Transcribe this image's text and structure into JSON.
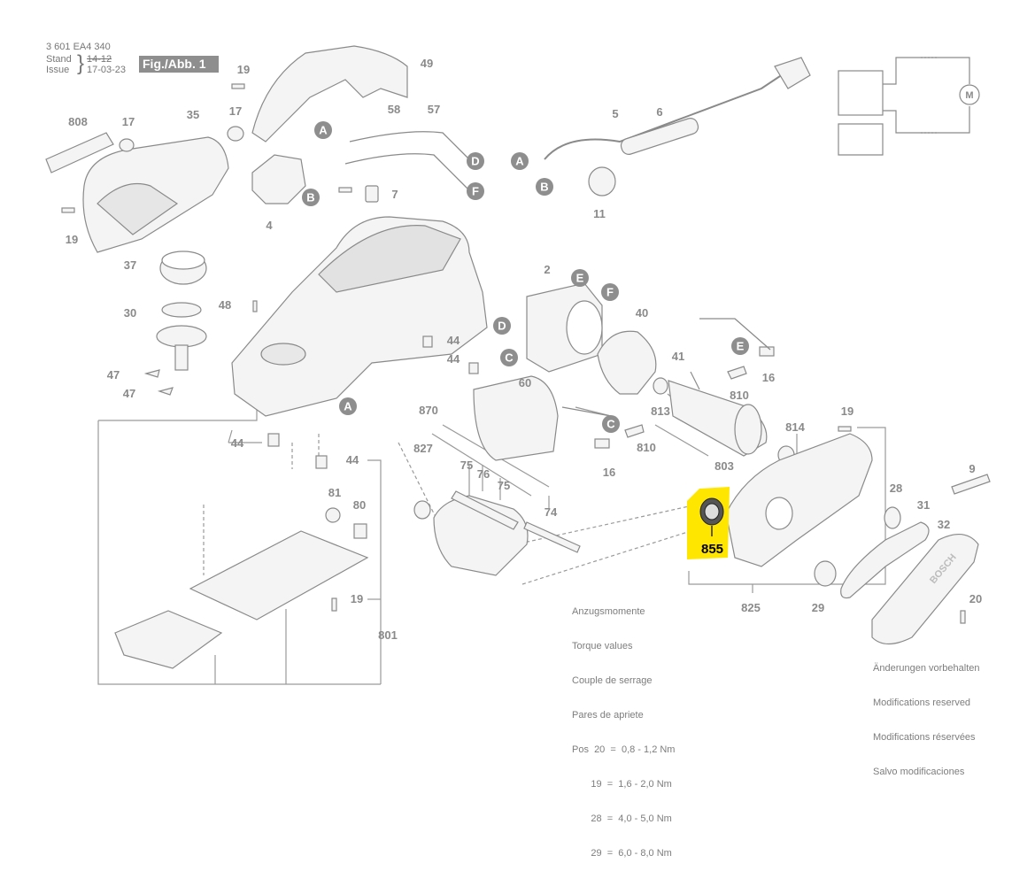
{
  "header": {
    "doc_number": "3 601 EA4 340",
    "stand_label": "Stand",
    "issue_label": "Issue",
    "stand_value_old": "14-12",
    "issue_value": "17-03-23",
    "figure_label": "Fig./Abb. 1"
  },
  "highlight": {
    "part": "855",
    "color": "#ffe600"
  },
  "part_labels": [
    "19",
    "49",
    "808",
    "17",
    "35",
    "17",
    "58",
    "57",
    "5",
    "6",
    "19",
    "4",
    "7",
    "11",
    "37",
    "2",
    "40",
    "48",
    "30",
    "44",
    "44",
    "41",
    "810",
    "47",
    "47",
    "16",
    "870",
    "60",
    "813",
    "814",
    "19",
    "827",
    "44",
    "44",
    "810",
    "75",
    "76",
    "75",
    "74",
    "16",
    "803",
    "81",
    "80",
    "9",
    "28",
    "31",
    "32",
    "19",
    "825",
    "29",
    "20",
    "801"
  ],
  "callouts": [
    "A",
    "D",
    "B",
    "F",
    "A",
    "B",
    "E",
    "F",
    "D",
    "C",
    "E",
    "C",
    "A"
  ],
  "torque": {
    "title_de": "Anzugsmomente",
    "title_en": "Torque values",
    "title_fr": "Couple de serrage",
    "title_es": "Pares de apriete",
    "rows": [
      "Pos  20  =  0,8 - 1,2 Nm",
      "       19  =  1,6 - 2,0 Nm",
      "       28  =  4,0 - 5,0 Nm",
      "       29  =  6,0 - 8,0 Nm"
    ]
  },
  "modifications": [
    "Änderungen vorbehalten",
    "Modifications reserved",
    "Modifications réservées",
    "Salvo modificaciones"
  ],
  "motor_symbol": "M",
  "brand_text": "BOSCH",
  "colors": {
    "line": "#9a9a9a",
    "callout_fill": "#8e8e8e"
  }
}
